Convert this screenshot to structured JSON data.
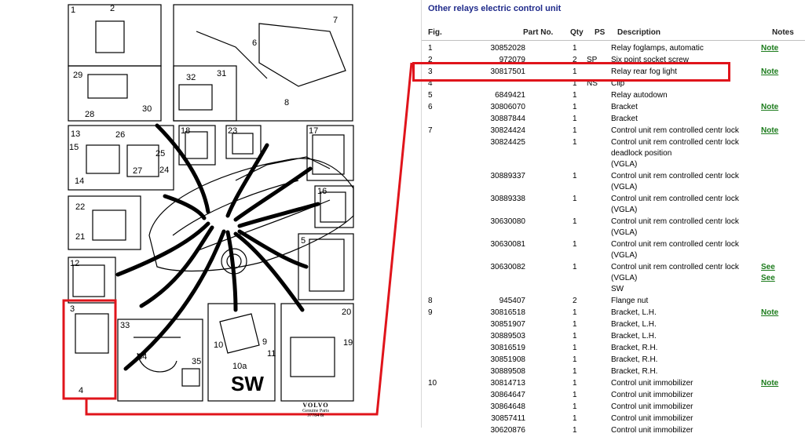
{
  "diagram": {
    "labels": {
      "n1": "1",
      "n2": "2",
      "n3": "3",
      "n4": "4",
      "n5": "5",
      "n6": "6",
      "n7": "7",
      "n8": "8",
      "n9": "9",
      "n10": "10",
      "n11": "11",
      "n12": "12",
      "n13": "13",
      "n14": "14",
      "n15": "15",
      "n16": "16",
      "n17": "17",
      "n18": "18",
      "n19": "19",
      "n20": "20",
      "n21": "21",
      "n22": "22",
      "n23": "23",
      "n24": "24",
      "n25": "25",
      "n26": "26",
      "n27": "27",
      "n28": "28",
      "n29": "29",
      "n30": "30",
      "n31": "31",
      "n32": "32",
      "n33": "33",
      "n34": "34",
      "n35": "35",
      "n10a": "10a",
      "sw": "SW"
    },
    "brand": "VOLVO",
    "brand_sub": "Genuine Parts",
    "brand_code": "37784 8r"
  },
  "panel": {
    "title": "Other relays electric control unit",
    "headers": {
      "fig": "Fig.",
      "part": "Part No.",
      "qty": "Qty",
      "ps": "PS",
      "desc": "Description",
      "notes": "Notes"
    },
    "rows": [
      {
        "fig": "1",
        "part": "30852028",
        "qty": "1",
        "ps": "",
        "desc": "Relay foglamps, automatic",
        "note": "Note"
      },
      {
        "fig": "2",
        "part": "972079",
        "qty": "2",
        "ps": "SP",
        "desc": "Six point socket screw",
        "note": ""
      },
      {
        "fig": "3",
        "part": "30817501",
        "qty": "1",
        "ps": "",
        "desc": "Relay rear fog light",
        "note": "Note"
      },
      {
        "fig": "4",
        "part": "",
        "qty": "1",
        "ps": "NS",
        "desc": "Clip",
        "note": ""
      },
      {
        "fig": "5",
        "part": "6849421",
        "qty": "1",
        "ps": "",
        "desc": "Relay autodown",
        "note": ""
      },
      {
        "fig": "6",
        "part": "30806070",
        "qty": "1",
        "ps": "",
        "desc": "Bracket",
        "note": "Note"
      },
      {
        "fig": "",
        "part": "30887844",
        "qty": "1",
        "ps": "",
        "desc": "Bracket",
        "note": ""
      },
      {
        "fig": "7",
        "part": "30824424",
        "qty": "1",
        "ps": "",
        "desc": "Control unit rem controlled centr lock",
        "note": "Note"
      },
      {
        "fig": "",
        "part": "30824425",
        "qty": "1",
        "ps": "",
        "desc": "Control unit rem controlled centr lock\ndeadlock position\n(VGLA)",
        "note": ""
      },
      {
        "fig": "",
        "part": "30889337",
        "qty": "1",
        "ps": "",
        "desc": "Control unit rem controlled centr lock\n(VGLA)",
        "note": ""
      },
      {
        "fig": "",
        "part": "30889338",
        "qty": "1",
        "ps": "",
        "desc": "Control unit rem controlled centr lock\n(VGLA)",
        "note": ""
      },
      {
        "fig": "",
        "part": "30630080",
        "qty": "1",
        "ps": "",
        "desc": "Control unit rem controlled centr lock\n(VGLA)",
        "note": ""
      },
      {
        "fig": "",
        "part": "30630081",
        "qty": "1",
        "ps": "",
        "desc": "Control unit rem controlled centr lock\n(VGLA)",
        "note": ""
      },
      {
        "fig": "",
        "part": "30630082",
        "qty": "1",
        "ps": "",
        "desc": "Control unit rem controlled centr lock\n(VGLA)\nSW",
        "note": "See\nSee"
      },
      {
        "fig": "8",
        "part": "945407",
        "qty": "2",
        "ps": "",
        "desc": "Flange nut",
        "note": ""
      },
      {
        "fig": "9",
        "part": "30816518",
        "qty": "1",
        "ps": "",
        "desc": "Bracket, L.H.",
        "note": "Note"
      },
      {
        "fig": "",
        "part": "30851907",
        "qty": "1",
        "ps": "",
        "desc": "Bracket, L.H.",
        "note": ""
      },
      {
        "fig": "",
        "part": "30889503",
        "qty": "1",
        "ps": "",
        "desc": "Bracket, L.H.",
        "note": ""
      },
      {
        "fig": "",
        "part": "30816519",
        "qty": "1",
        "ps": "",
        "desc": "Bracket, R.H.",
        "note": ""
      },
      {
        "fig": "",
        "part": "30851908",
        "qty": "1",
        "ps": "",
        "desc": "Bracket, R.H.",
        "note": ""
      },
      {
        "fig": "",
        "part": "30889508",
        "qty": "1",
        "ps": "",
        "desc": "Bracket, R.H.",
        "note": ""
      },
      {
        "fig": "10",
        "part": "30814713",
        "qty": "1",
        "ps": "",
        "desc": "Control unit immobilizer",
        "note": "Note"
      },
      {
        "fig": "",
        "part": "30864647",
        "qty": "1",
        "ps": "",
        "desc": "Control unit immobilizer",
        "note": ""
      },
      {
        "fig": "",
        "part": "30864648",
        "qty": "1",
        "ps": "",
        "desc": "Control unit immobilizer",
        "note": ""
      },
      {
        "fig": "",
        "part": "30857411",
        "qty": "1",
        "ps": "",
        "desc": "Control unit immobilizer",
        "note": ""
      },
      {
        "fig": "",
        "part": "30620876",
        "qty": "1",
        "ps": "",
        "desc": "Control unit immobilizer",
        "note": ""
      }
    ]
  },
  "colors": {
    "title": "#1f2a8a",
    "note": "#1a7a1a",
    "highlight": "#e0141b"
  }
}
